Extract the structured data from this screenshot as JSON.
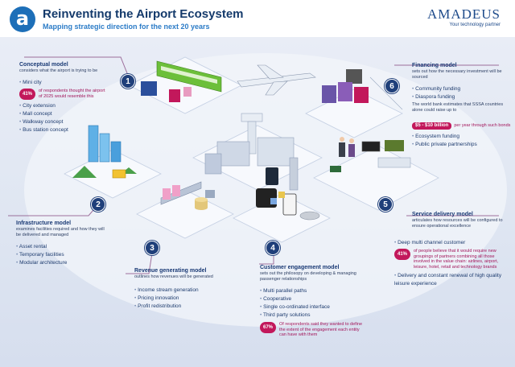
{
  "header": {
    "logo_letter": "a",
    "title": "Reinventing the Airport Ecosystem",
    "subtitle": "Mapping strategic direction for the next 20 years",
    "brand": "AMADEUS",
    "brand_tagline": "Your technology partner"
  },
  "colors": {
    "navy": "#1f3f7a",
    "accent": "#c2185b",
    "brand_blue": "#1d6fb8",
    "background": "#e3e9f3"
  },
  "steps": [
    "1",
    "2",
    "3",
    "4",
    "5",
    "6"
  ],
  "conceptual": {
    "title": "Conceptual model",
    "desc": "considers what the airport is trying to be",
    "items": [
      "Mini city"
    ],
    "stat_value": "41%",
    "stat_text": "of respondents thought the airport of 2025 would resemble this",
    "items_after": [
      "City extension",
      "Mall concept",
      "Walkway concept",
      "Bus station concept"
    ]
  },
  "infrastructure": {
    "title": "Infrastructure model",
    "desc": "examines facilities required and how they will be delivered and managed",
    "items": [
      "Asset rental",
      "Temporary facilities",
      "Modular architecture"
    ]
  },
  "revenue": {
    "title": "Revenue generating model",
    "desc": "outlines how revenues will be generated",
    "items": [
      "Income stream generation",
      "Pricing innovation",
      "Profit redistribution"
    ]
  },
  "customer": {
    "title": "Customer engagement model",
    "desc": "sets out the philosopy on developing & managing passenger relationships",
    "items": [
      "Multi parallel paths",
      "Cooperative",
      "Single co-ordinated interface",
      "Third party solutions"
    ],
    "stat_value": "67%",
    "stat_text": "Of respondents said they wanted to define the extent of the engagement each entity can have with them"
  },
  "service": {
    "title": "Service delivery model",
    "desc": "articulates how resources will be configured to ensure operational excellence",
    "items": [
      "Deep multi channel customer"
    ],
    "stat_value": "41%",
    "stat_text": "of people believe that it would require new groupings of partners combining all those involved in the value chain: airlines, airport, leisure, hotel, retail and technology brands",
    "items_after": [
      "Delivery and constant renewal of high quality leisure experience"
    ]
  },
  "financing": {
    "title": "Financing model",
    "desc": "sets out how the necessary investment will be sourced",
    "items": [
      "Community funding",
      "Diaspora funding"
    ],
    "note": "The world bank estimates that SSSA countries alone could raise up to",
    "amount": "$5 - $10 billion",
    "amount_note": "per year through such bonds",
    "items_after": [
      "Ecosystem funding",
      "Public private partnerships"
    ]
  }
}
